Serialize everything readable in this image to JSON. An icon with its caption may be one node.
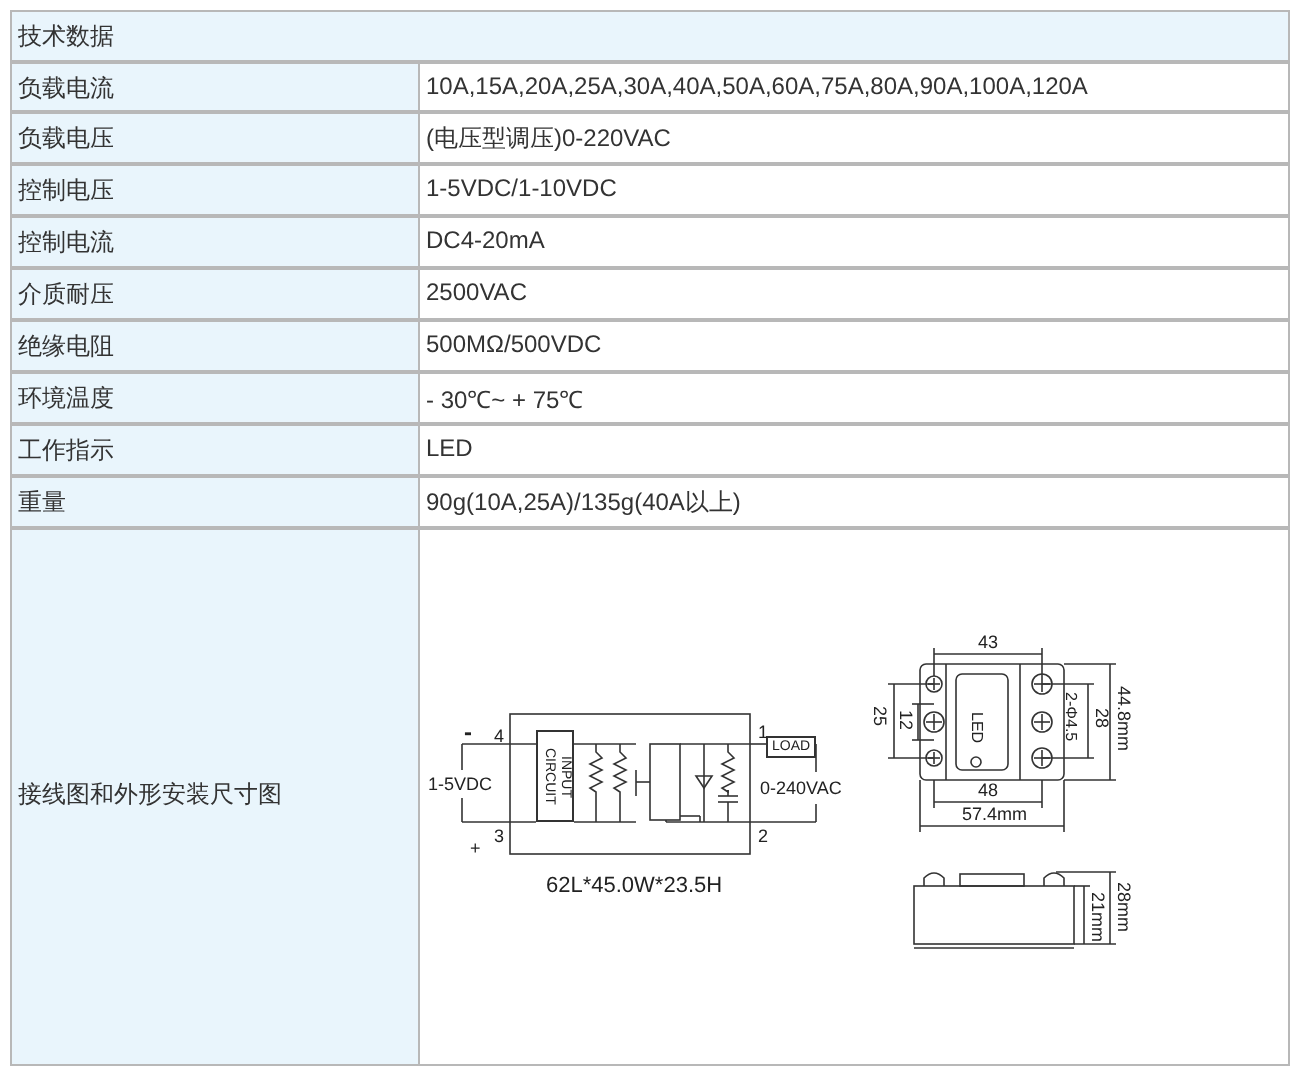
{
  "diagram": {
    "nodes": [
      {
        "text": [
          "INPUT CIRCUIT"
        ]
      },
      {
        "text": [
          "LOAD"
        ]
      }
    ],
    "labels": [
      "技术数据",
      "负载电流",
      "10A,15A,20A,25A,30A,40A,50A,60A,75A,80A,90A,100A,120A",
      "负载电压",
      "(电压型调压)0-220VAC",
      "控制电压",
      "1-5VDC/1-10VDC",
      "控制电流",
      "DC4-20mA",
      "介质耐压",
      "2500VAC",
      "绝缘电阻",
      "500MΩ/500VDC",
      "环境温度",
      "- 30℃~ + 75℃",
      "工作指示",
      "LED",
      "重量",
      "90g(10A,25A)/135g(40A以上)",
      "接线图和外形安装尺寸图",
      "-",
      "4",
      "1-5VDC",
      "+",
      "3",
      "1",
      "0-240VAC",
      "2",
      "62L*45.0W*23.5H",
      "43",
      "25",
      "12",
      "LED",
      "2-Φ4.5",
      "28",
      "44.8mm",
      "48",
      "57.4mm",
      "21mm",
      "28mm"
    ]
  }
}
